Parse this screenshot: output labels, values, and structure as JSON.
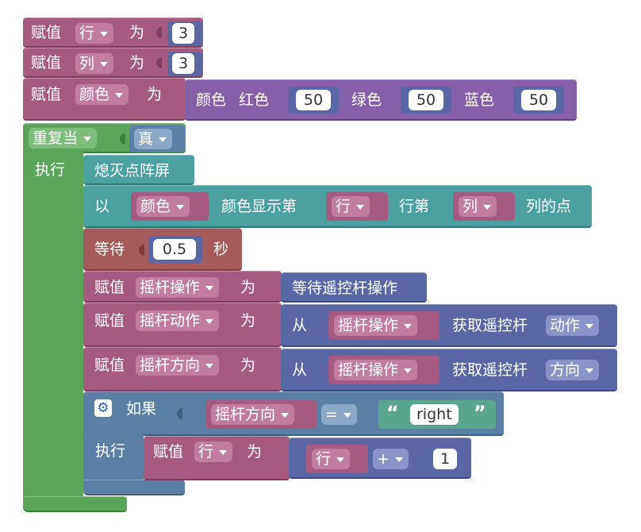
{
  "set_row": {
    "label": "赋值",
    "var": "行",
    "as": "为",
    "value": "3"
  },
  "set_col": {
    "label": "赋值",
    "var": "列",
    "as": "为",
    "value": "3"
  },
  "set_color": {
    "label": "赋值",
    "var": "颜色",
    "as": "为",
    "color_block": {
      "title": "颜色",
      "red_label": "红色",
      "red_value": "50",
      "green_label": "绿色",
      "green_value": "50",
      "blue_label": "蓝色",
      "blue_value": "50"
    }
  },
  "repeat": {
    "mode": "重复当",
    "condition": "真",
    "do_label": "执行"
  },
  "clear_screen": {
    "label": "熄灭点阵屏"
  },
  "show_pixel": {
    "prefix": "以",
    "color_var": "颜色",
    "mid1": "颜色显示第",
    "row_var": "行",
    "mid2": "行第",
    "col_var": "列",
    "suffix": "列的点"
  },
  "wait": {
    "label": "等待",
    "value": "0.5",
    "unit": "秒"
  },
  "set_joy_op": {
    "label": "赋值",
    "var": "摇杆操作",
    "as": "为",
    "value_label": "等待遥控杆操作"
  },
  "set_joy_action": {
    "label": "赋值",
    "var": "摇杆动作",
    "as": "为",
    "from": "从",
    "source": "摇杆操作",
    "get": "获取遥控杆",
    "prop": "动作"
  },
  "set_joy_dir": {
    "label": "赋值",
    "var": "摇杆方向",
    "as": "为",
    "from": "从",
    "source": "摇杆操作",
    "get": "获取遥控杆",
    "prop": "方向"
  },
  "if_block": {
    "gear_icon": "gear-icon",
    "label": "如果",
    "left_var": "摇杆方向",
    "op": "=",
    "quote_open": "“",
    "text": "right",
    "quote_close": "”",
    "do_label": "执行",
    "body": {
      "label": "赋值",
      "var": "行",
      "as": "为",
      "math_var": "行",
      "math_op": "+",
      "math_value": "1"
    }
  },
  "colors": {
    "variable": "#a55b80",
    "colour": "#8560a9",
    "loop": "#5ba55b",
    "logic": "#5b80a5",
    "matrix": "#4ba0a0",
    "wait": "#a55b5b",
    "joystick": "#5b67a5",
    "text": "#5ba58c"
  }
}
